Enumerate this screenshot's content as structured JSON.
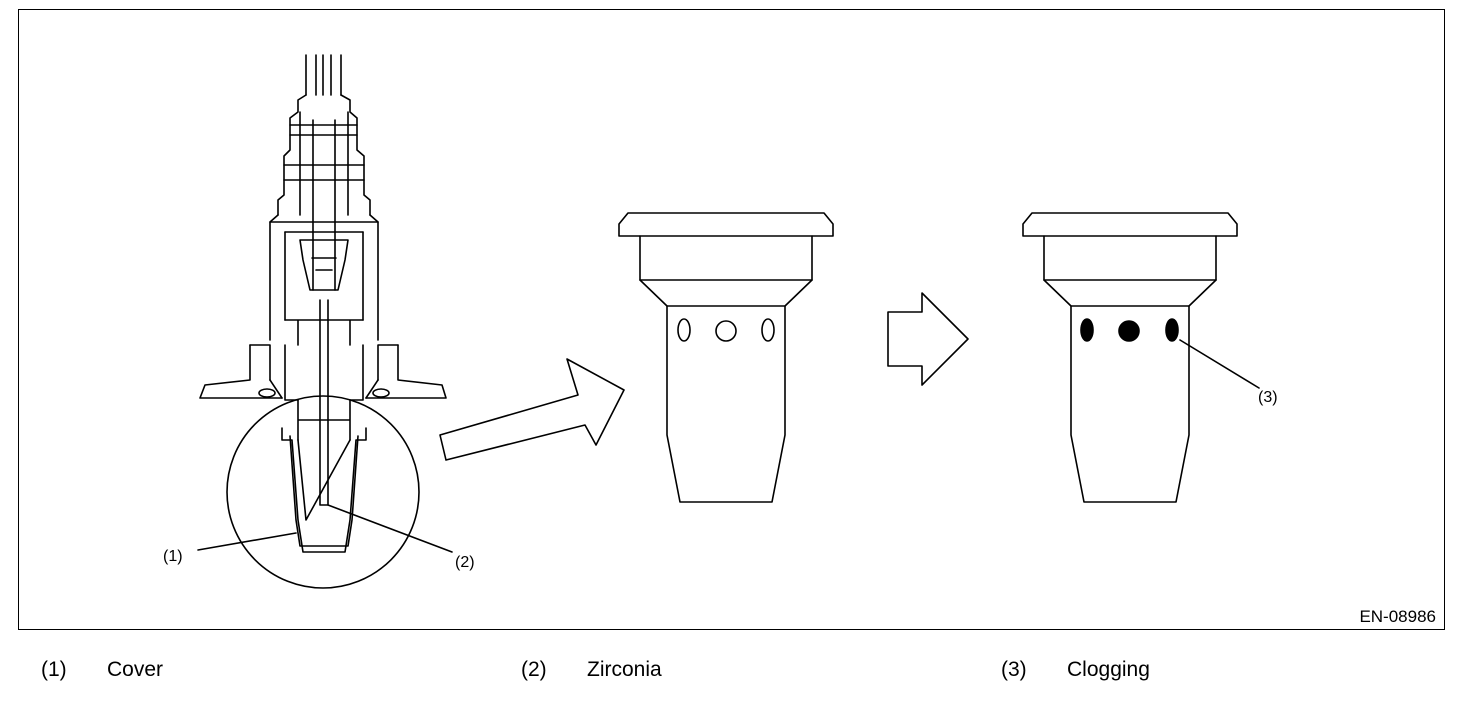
{
  "figure_id": "EN-08986",
  "callouts": {
    "c1": "(1)",
    "c2": "(2)",
    "c3": "(3)"
  },
  "legend": [
    {
      "num": "(1)",
      "label": "Cover"
    },
    {
      "num": "(2)",
      "label": "Zirconia"
    },
    {
      "num": "(3)",
      "label": "Clogging"
    }
  ]
}
